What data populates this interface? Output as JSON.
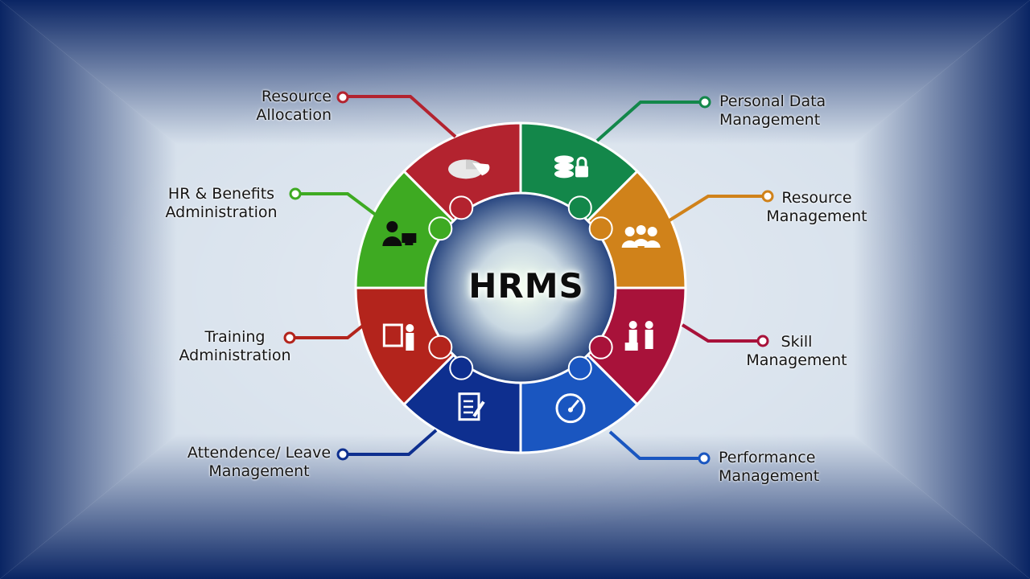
{
  "center_title": "HRMS",
  "modules": [
    {
      "id": "resource-allocation",
      "lines": [
        "Resource",
        "Allocation"
      ],
      "color": "#b3232f",
      "icon": "pie-chart-icon"
    },
    {
      "id": "personal-data-management",
      "lines": [
        "Personal Data",
        "Management"
      ],
      "color": "#13874a",
      "icon": "database-lock-icon"
    },
    {
      "id": "resource-management",
      "lines": [
        "Resource",
        "Management"
      ],
      "color": "#d0821a",
      "icon": "team-icon"
    },
    {
      "id": "skill-management",
      "lines": [
        "Skill",
        "Management"
      ],
      "color": "#a8123a",
      "icon": "presenter-icon"
    },
    {
      "id": "performance-management",
      "lines": [
        "Performance",
        "Management"
      ],
      "color": "#1a56c0",
      "icon": "gauge-icon"
    },
    {
      "id": "attendance-leave-management",
      "lines": [
        "Attendence/ Leave",
        "Management"
      ],
      "color": "#0e2f8f",
      "icon": "document-pen-icon"
    },
    {
      "id": "training-administration",
      "lines": [
        "Training",
        "Administration"
      ],
      "color": "#b3241c",
      "icon": "whiteboard-trainer-icon"
    },
    {
      "id": "hr-benefits-administration",
      "lines": [
        "HR & Benefits",
        "Administration"
      ],
      "color": "#3eaa22",
      "icon": "employee-computer-icon"
    }
  ]
}
